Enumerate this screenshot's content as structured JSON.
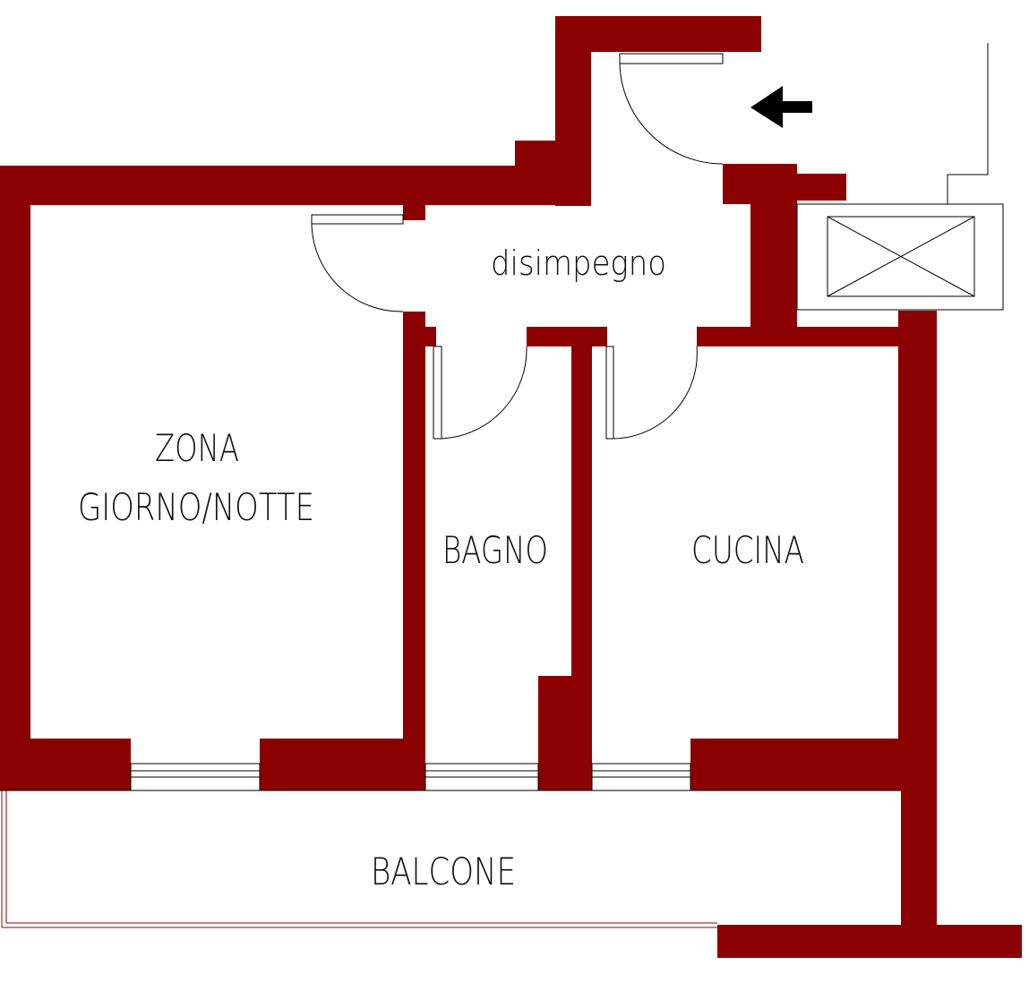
{
  "colors": {
    "wall": "#8b0000",
    "line": "#000000",
    "balcony_edge": "#8b0000",
    "background": "#ffffff"
  },
  "rooms": {
    "zona_line1": "ZONA",
    "zona_line2": "GIORNO/NOTTE",
    "disimpegno": "disimpegno",
    "bagno": "BAGNO",
    "cucina": "CUCINA",
    "balcone": "BALCONE"
  },
  "entrance_icon": "arrow-left-icon",
  "shaft_icon": "crossed-box-icon"
}
